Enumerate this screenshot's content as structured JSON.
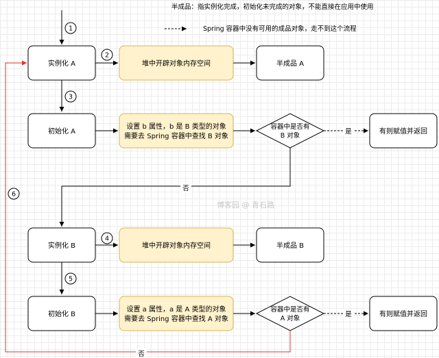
{
  "notes": {
    "half_product": "半成品：指实例化完成，初始化未完成的对象，不能直接在应用中使用",
    "dashed": "Spring 容器中没有可用的成品对象，走不到这个流程"
  },
  "nodes": {
    "instantiate_a": "实例化 A",
    "heap_a": "堆中开辟对象内存空间",
    "half_a": "半成品 A",
    "init_a": "初始化 A",
    "set_b_line1": "设置 b 属性，b 是 B 类型的对象",
    "set_b_line2": "需要去 Spring 容器中查找 B 对象",
    "decision_b_line1": "容器中是否有",
    "decision_b_line2": "B 对象",
    "return_1": "有则赋值并返回",
    "instantiate_b": "实例化 B",
    "heap_b": "堆中开辟对象内存空间",
    "half_b": "半成品 B",
    "init_b": "初始化 B",
    "set_a_line1": "设置 a 属性，a 是 A 类型的对象",
    "set_a_line2": "需要去 Spring 容器中查找 A 对象",
    "decision_a_line1": "容器中是否有",
    "decision_a_line2": "A 对象",
    "return_2": "有则赋值并返回"
  },
  "steps": [
    "1",
    "2",
    "3",
    "4",
    "5",
    "6"
  ],
  "edge_labels": {
    "yes": "是",
    "no": "否"
  },
  "watermark": "博客园 @ 青石路",
  "colors": {
    "highlight_fill": "#fff2cc",
    "highlight_stroke": "#d6b656",
    "loop_arrow": "#e03030",
    "stroke": "#000000"
  }
}
